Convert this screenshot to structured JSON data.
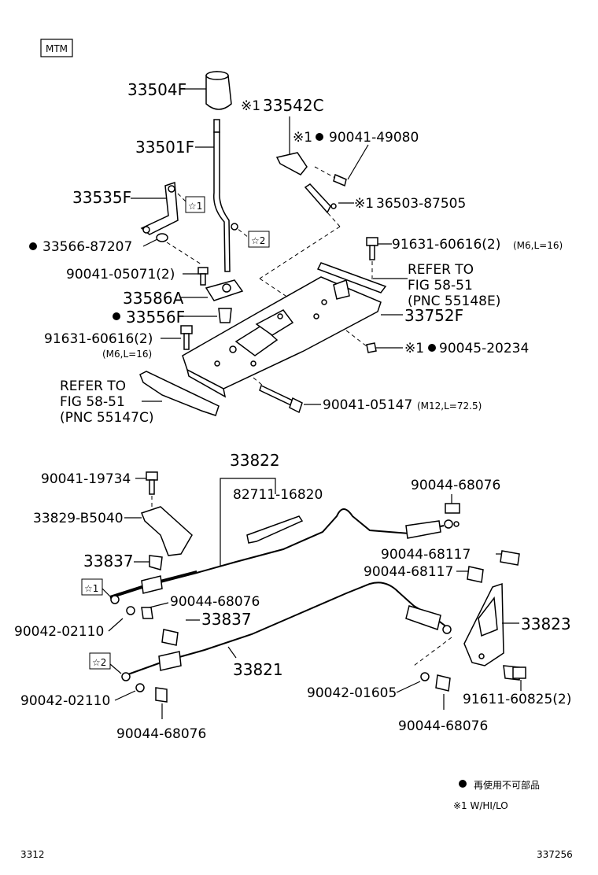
{
  "header": {
    "badge": "MTM"
  },
  "labels": {
    "l33504F": "33504F",
    "l33542C": "33542C",
    "l33501F": "33501F",
    "l90041_49080": "90041-49080",
    "l33535F": "33535F",
    "l36503_87505": "36503-87505",
    "l33566_87207": "33566-87207",
    "l91631_60616_top": "91631-60616(2)",
    "l91631_60616_top_sub": "(M6,L=16)",
    "l90041_05071": "90041-05071(2)",
    "l33586A": "33586A",
    "l33556F": "33556F",
    "l33752F": "33752F",
    "l91631_60616_left": "91631-60616(2)",
    "l91631_60616_left_sub": "(M6,L=16)",
    "l90045_20234": "90045-20234",
    "l90041_05147": "90041-05147",
    "l90041_05147_sub": "(M12,L=72.5)",
    "refer1_line1": "REFER TO",
    "refer1_line2": "FIG 58-51",
    "refer1_line3": "(PNC 55148E)",
    "refer2_line1": "REFER TO",
    "refer2_line2": "FIG 58-51",
    "refer2_line3": "(PNC 55147C)",
    "l33822": "33822",
    "l90041_19734": "90041-19734",
    "l82711_16820": "82711-16820",
    "l90044_68076_a": "90044-68076",
    "l33829_B5040": "33829-B5040",
    "l33837_a": "33837",
    "l90044_68117_a": "90044-68117",
    "l90044_68117_b": "90044-68117",
    "l90044_68076_b": "90044-68076",
    "l90042_02110_a": "90042-02110",
    "l33837_b": "33837",
    "l33823": "33823",
    "l33821": "33821",
    "l90042_01605": "90042-01605",
    "l91611_60825": "91611-60825(2)",
    "l90042_02110_b": "90042-02110",
    "l90044_68076_c": "90044-68076",
    "l90044_68076_d": "90044-68076"
  },
  "marks": {
    "note_mark": "※1",
    "star1": "☆1",
    "star2": "☆2"
  },
  "legend": {
    "dot_text": "再使用不可部品",
    "note_text": "※1 W/HI/LO"
  },
  "footer": {
    "left_code": "3312",
    "right_code": "337256"
  }
}
